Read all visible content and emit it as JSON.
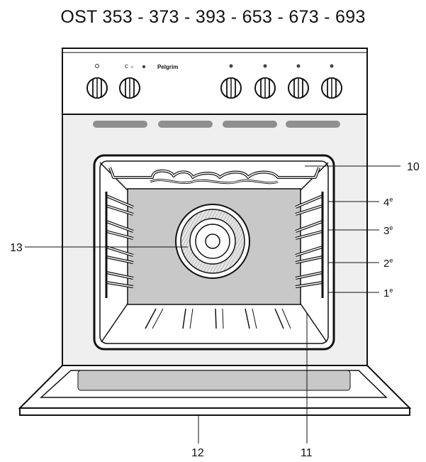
{
  "title": "OST 353 - 373 - 393 - 653 - 673 - 693",
  "panel": {
    "brand": "Pelgrim"
  },
  "callouts": {
    "c10": "10",
    "c11": "11",
    "c12": "12",
    "c13": "13"
  },
  "levels": [
    {
      "num": "4",
      "sup": "e"
    },
    {
      "num": "3",
      "sup": "e"
    },
    {
      "num": "2",
      "sup": "e"
    },
    {
      "num": "1",
      "sup": "e"
    }
  ]
}
